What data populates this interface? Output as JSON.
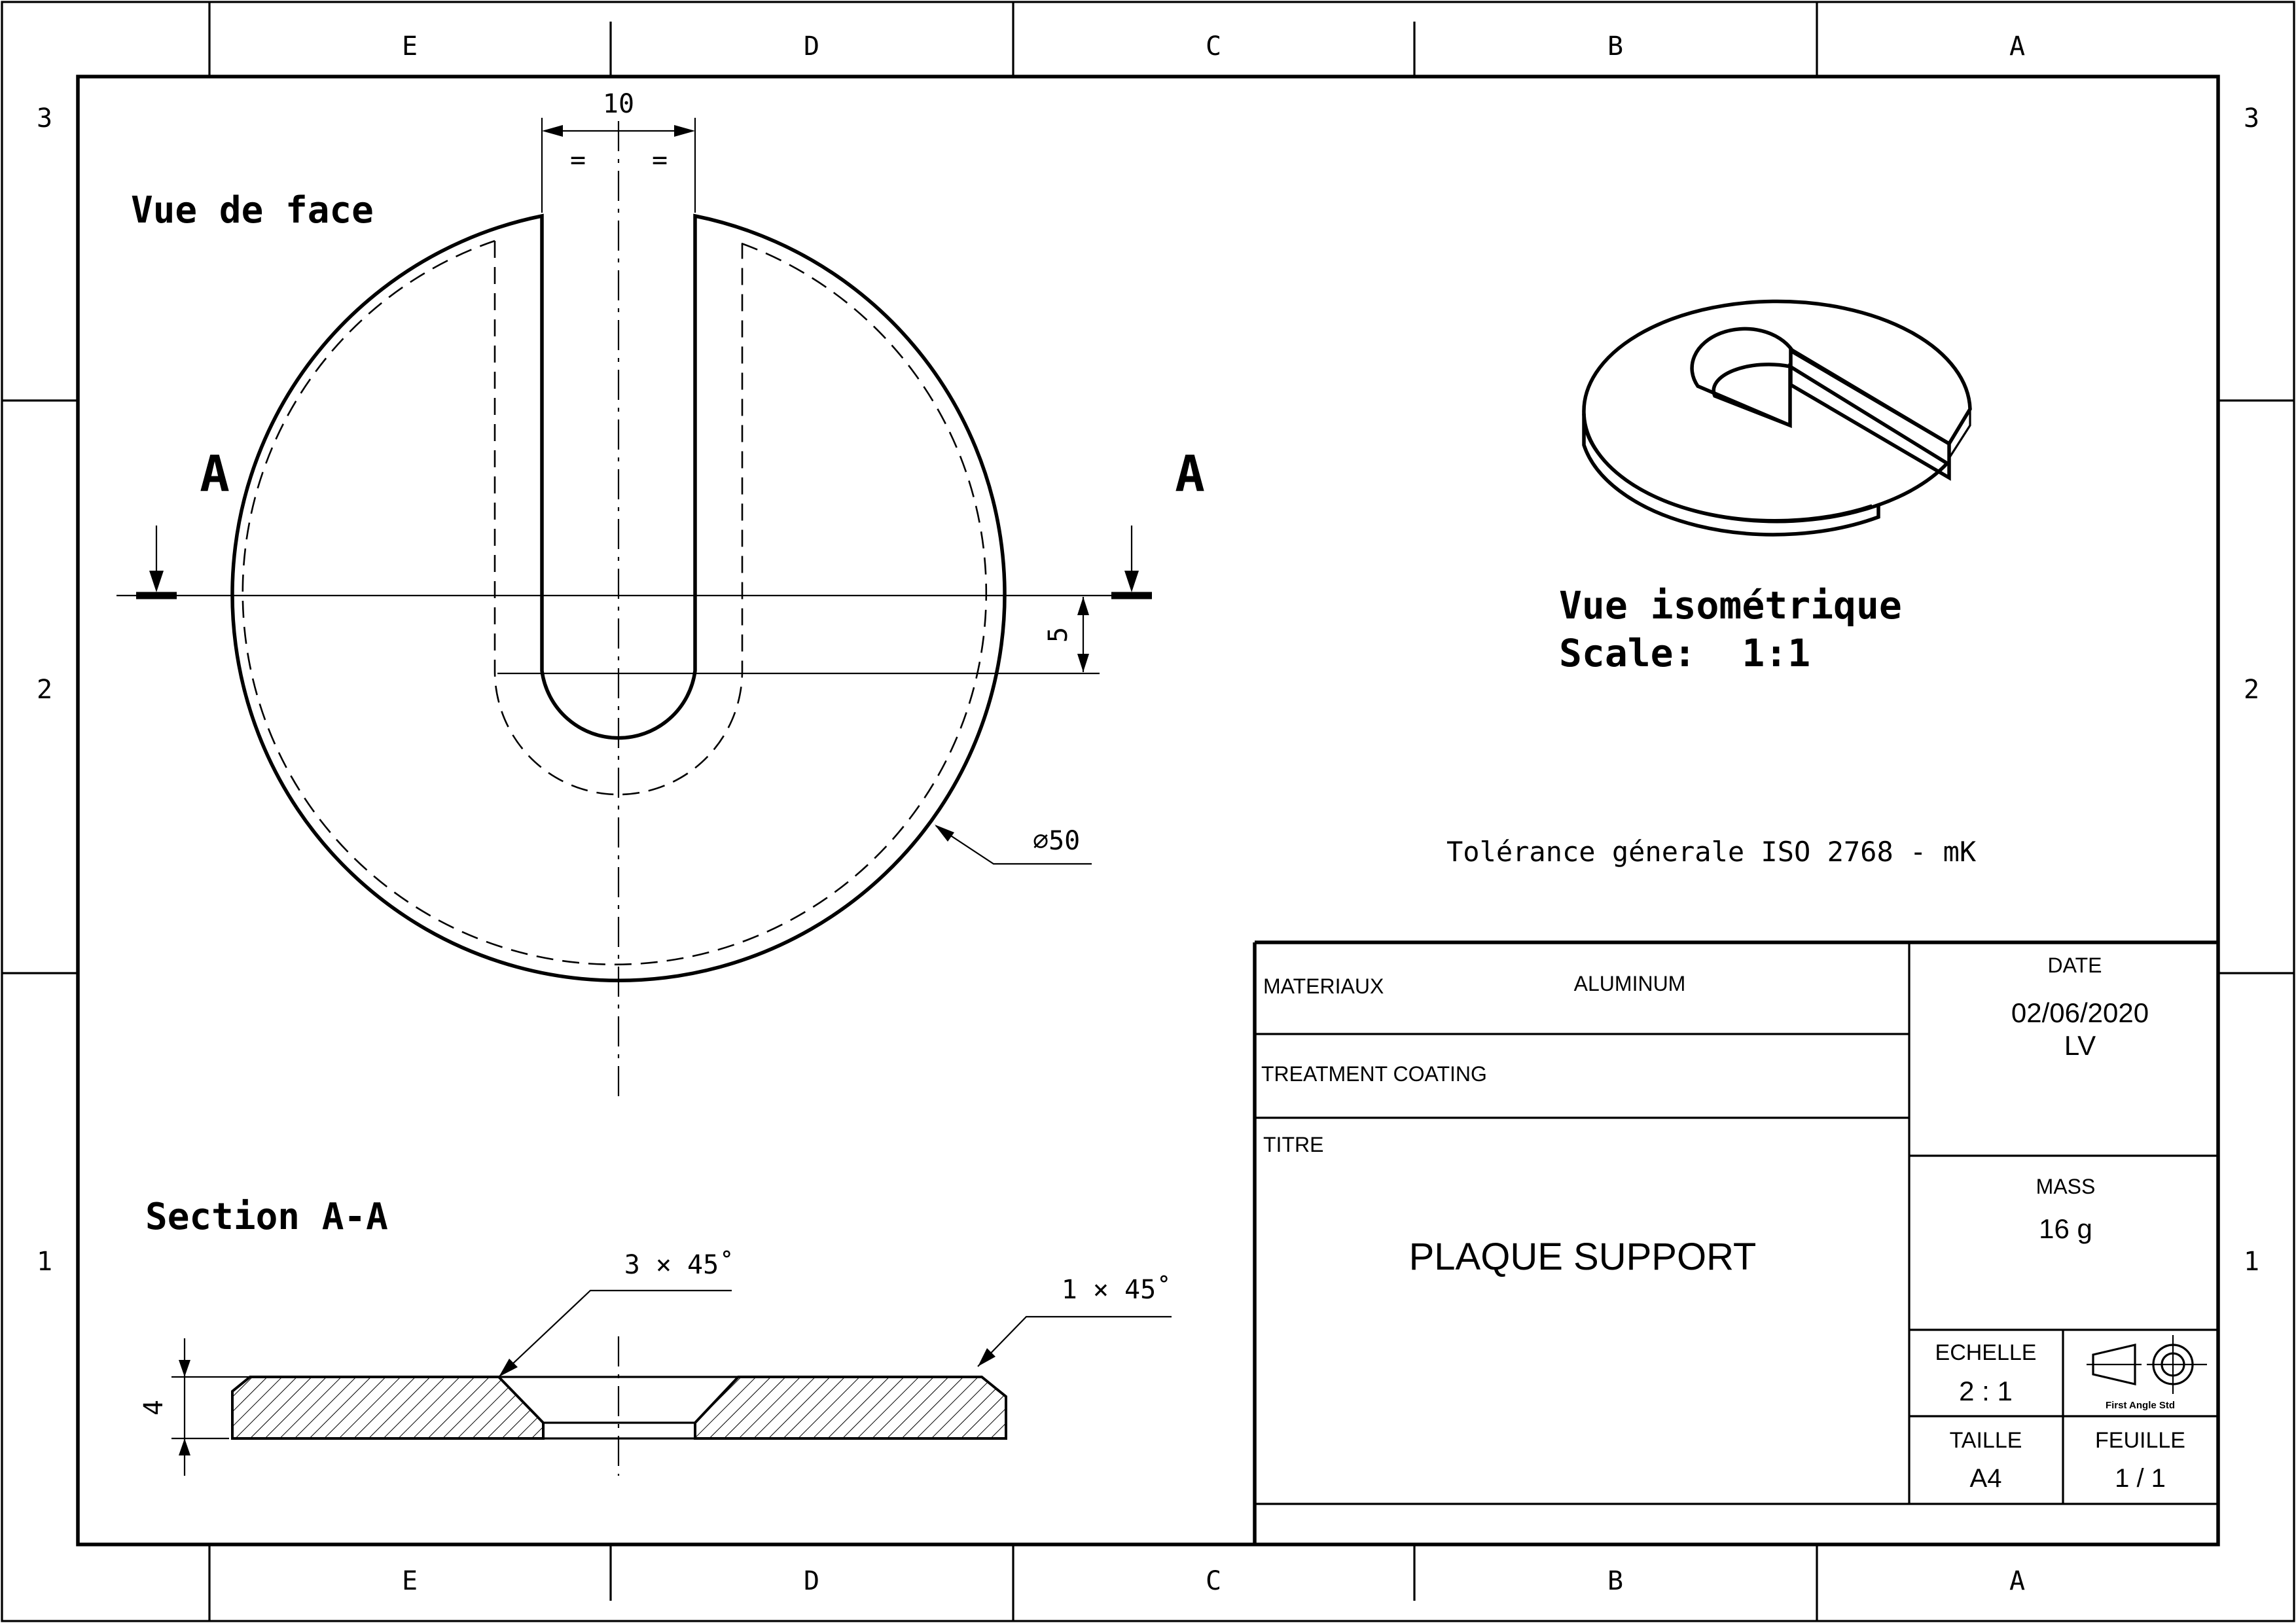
{
  "frame": {
    "columns": [
      "E",
      "D",
      "C",
      "B",
      "A"
    ],
    "rows": [
      "3",
      "2",
      "1"
    ]
  },
  "views": {
    "front_title": "Vue de face",
    "section_label_left": "A",
    "section_label_right": "A",
    "section_title": "Section A-A",
    "iso_title": "Vue isométrique",
    "iso_scale": "Scale:  1:1"
  },
  "dimensions": {
    "slot_width": "10",
    "equal_left": "=",
    "equal_right": "=",
    "slot_offset": "5",
    "diameter": "⌀50",
    "chamfer_large": "3 × 45˚",
    "chamfer_small": "1 × 45˚",
    "thickness": "4"
  },
  "tolerance": "Tolérance génerale ISO 2768 - mK",
  "title_block": {
    "materiaux_label": "MATERIAUX",
    "materiaux_value": "ALUMINUM",
    "treatment_label": "TREATMENT COATING",
    "titre_label": "TITRE",
    "titre_value": "PLAQUE SUPPORT",
    "date_label": "DATE",
    "date_value": "02/06/2020",
    "author": "LV",
    "mass_label": "MASS",
    "mass_value": "16 g",
    "echelle_label": "ECHELLE",
    "echelle_value": "2 : 1",
    "projection_label": "First Angle Std",
    "taille_label": "TAILLE",
    "taille_value": "A4",
    "feuille_label": "FEUILLE",
    "feuille_value": "1 / 1"
  }
}
